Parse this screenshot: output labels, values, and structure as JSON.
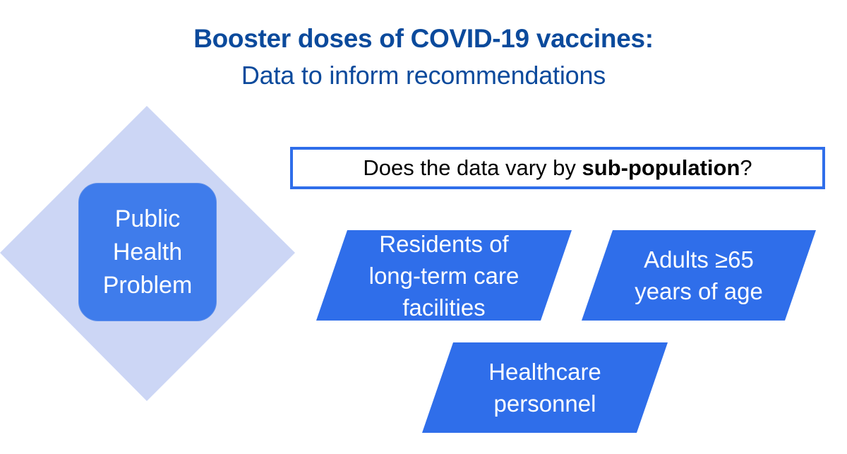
{
  "title": {
    "line1": "Booster doses of COVID-19 vaccines:",
    "line2": "Data to inform recommendations"
  },
  "center": {
    "line1": "Public",
    "line2": "Health",
    "line3": "Problem"
  },
  "question": {
    "before": "Does the data vary by ",
    "bold": "sub-population",
    "after": "?"
  },
  "groups": [
    {
      "line1": "Residents of",
      "line2": "long-term care",
      "line3": "facilities"
    },
    {
      "line1": "Adults ≥65",
      "line2": "years of age"
    },
    {
      "line1": "Healthcare",
      "line2": "personnel"
    }
  ],
  "colors": {
    "title": "#0B4A9C",
    "diamond": "#CCD6F5",
    "center_box": "#3F7CEB",
    "shape_fill": "#2F6EEA",
    "question_border": "#2F6EEA"
  }
}
